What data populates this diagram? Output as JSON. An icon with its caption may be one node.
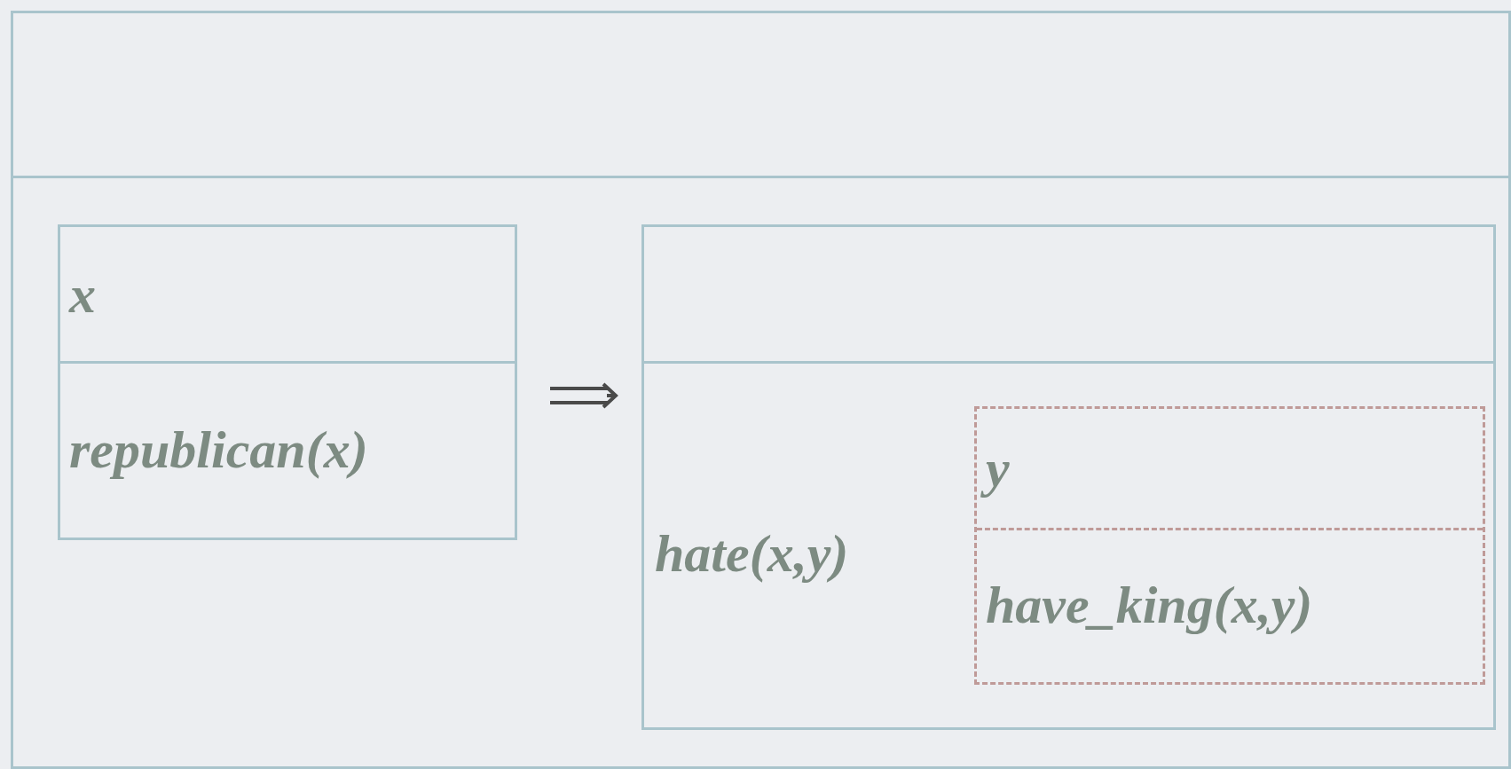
{
  "diagram": {
    "nodes": [
      {
        "text": [],
        "shape": "box"
      },
      {
        "text": [
          "x",
          "republican(x)"
        ],
        "in": 0
      },
      {
        "text": [
          "hate(x,y)"
        ],
        "in": 0
      },
      {
        "text": [
          "y",
          "have_king(x,y)"
        ],
        "in": 2
      }
    ],
    "edges": [
      {
        "from": 1,
        "to": 2,
        "arrow": "to"
      }
    ]
  }
}
